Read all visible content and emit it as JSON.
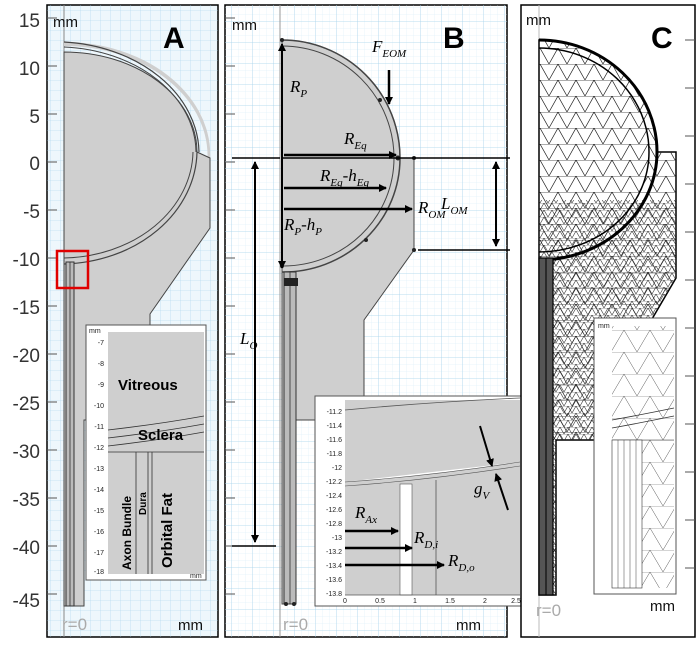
{
  "y_axis": {
    "ticks": [
      "15",
      "10",
      "5",
      "0",
      "-5",
      "-10",
      "-15",
      "-20",
      "-25",
      "-30",
      "-35",
      "-40",
      "-45"
    ]
  },
  "panel_a": {
    "letter": "A",
    "unit_top": "mm",
    "unit_bottom": "mm",
    "r_zero": "r=0",
    "inset": {
      "unit_top": "mm",
      "unit_bottom": "mm",
      "ticks": [
        "-7",
        "-8",
        "-9",
        "-10",
        "-11",
        "-12",
        "-13",
        "-14",
        "-15",
        "-16",
        "-17",
        "-18"
      ],
      "labels": {
        "vitreous": "Vitreous",
        "sclera": "Sclera",
        "axon_bundle": "Axon Bundle",
        "dura": "Dura",
        "orbital_fat": "Orbital Fat"
      }
    }
  },
  "panel_b": {
    "letter": "B",
    "unit_top": "mm",
    "unit_bottom": "mm",
    "r_zero": "r=0",
    "labels": {
      "f_eom": "F",
      "f_eom_sub": "EOM",
      "r_p": "R",
      "r_p_sub": "P",
      "r_eq": "R",
      "r_eq_sub": "Eq",
      "r_eq_h": "R",
      "r_eq_h_sub": "Eq",
      "r_eq_h_mid": "-h",
      "r_eq_h_sub2": "Eq",
      "r_om": "R",
      "r_om_sub": "OM",
      "l_om": "L",
      "l_om_sub": "OM",
      "r_p_h": "R",
      "r_p_h_sub": "P",
      "r_p_h_mid": "-h",
      "r_p_h_sub2": "P",
      "l_o": "L",
      "l_o_sub": "O"
    },
    "inset": {
      "y_ticks": [
        "-11.2",
        "-11.4",
        "-11.6",
        "-11.8",
        "-12",
        "-12.2",
        "-12.4",
        "-12.6",
        "-12.8",
        "-13",
        "-13.2",
        "-13.4",
        "-13.6",
        "-13.8"
      ],
      "x_ticks": [
        "0",
        "0.5",
        "1",
        "1.5",
        "2",
        "2.5"
      ],
      "labels": {
        "r_ax": "R",
        "r_ax_sub": "Ax",
        "r_di": "R",
        "r_di_sub": "D,i",
        "r_do": "R",
        "r_do_sub": "D,o",
        "g_v": "g",
        "g_v_sub": "V"
      }
    }
  },
  "panel_c": {
    "letter": "C",
    "unit_top": "mm",
    "unit_bottom": "mm",
    "r_zero": "r=0",
    "inset_unit": "mm"
  },
  "colors": {
    "grid": "#a8d4ec",
    "panel_bg": "#eef7fc",
    "geometry": "#cfcfcf",
    "highlight": "#e00000"
  }
}
